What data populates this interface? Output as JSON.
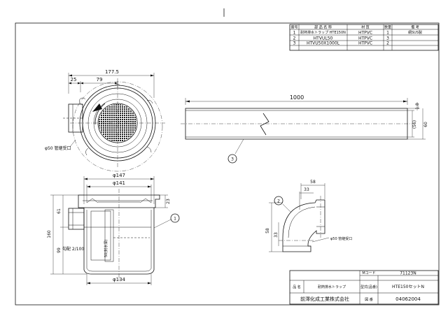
{
  "parts_table": {
    "headers": [
      "番号",
      "部 品 名 称",
      "材 質",
      "数量",
      "備 考"
    ],
    "rows": [
      {
        "no": "1",
        "name": "耐熱排水トラップ HTE150N",
        "material": "HTPVC",
        "qty": "1",
        "note": "網SUS製"
      },
      {
        "no": "2",
        "name": "HTVUL50",
        "material": "HTPVC",
        "qty": "3",
        "note": ""
      },
      {
        "no": "3",
        "name": "HTVU50X1000L",
        "material": "HTPVC",
        "qty": "2",
        "note": ""
      }
    ]
  },
  "plan_view": {
    "dim_overall": "177.5",
    "dim_left": "25",
    "dim_mid": "79",
    "outlet_label": "φ50 管継受口"
  },
  "pipe_view": {
    "length": "1000",
    "thickness": "1.8",
    "inner": "(56)",
    "outer": "60",
    "balloon": "3"
  },
  "section_view": {
    "dia_top": "φ147",
    "dia_mid": "φ141",
    "dia_bottom": "φ134",
    "dim_23": "23",
    "dim_61": "61",
    "dim_160": "160",
    "dim_99": "99",
    "slope": "勾配 2/100",
    "seal": "50(封水深)",
    "balloon": "1"
  },
  "elbow_view": {
    "dim_58_top": "58",
    "dim_33_top": "33",
    "dim_33_side": "33",
    "dim_58_side": "58",
    "outlet_label": "φ50 管継受口",
    "balloon": "2"
  },
  "title_block": {
    "code_label": "Mコード",
    "code_value": "71123N",
    "name_label": "品 名",
    "name_value": "耐熱排水トラップ",
    "model_label": "型式(品番)",
    "model_value": "HTE150セットN",
    "company": "前澤化成工業株式会社",
    "no_label": "図 番",
    "no_value": "04062004"
  }
}
